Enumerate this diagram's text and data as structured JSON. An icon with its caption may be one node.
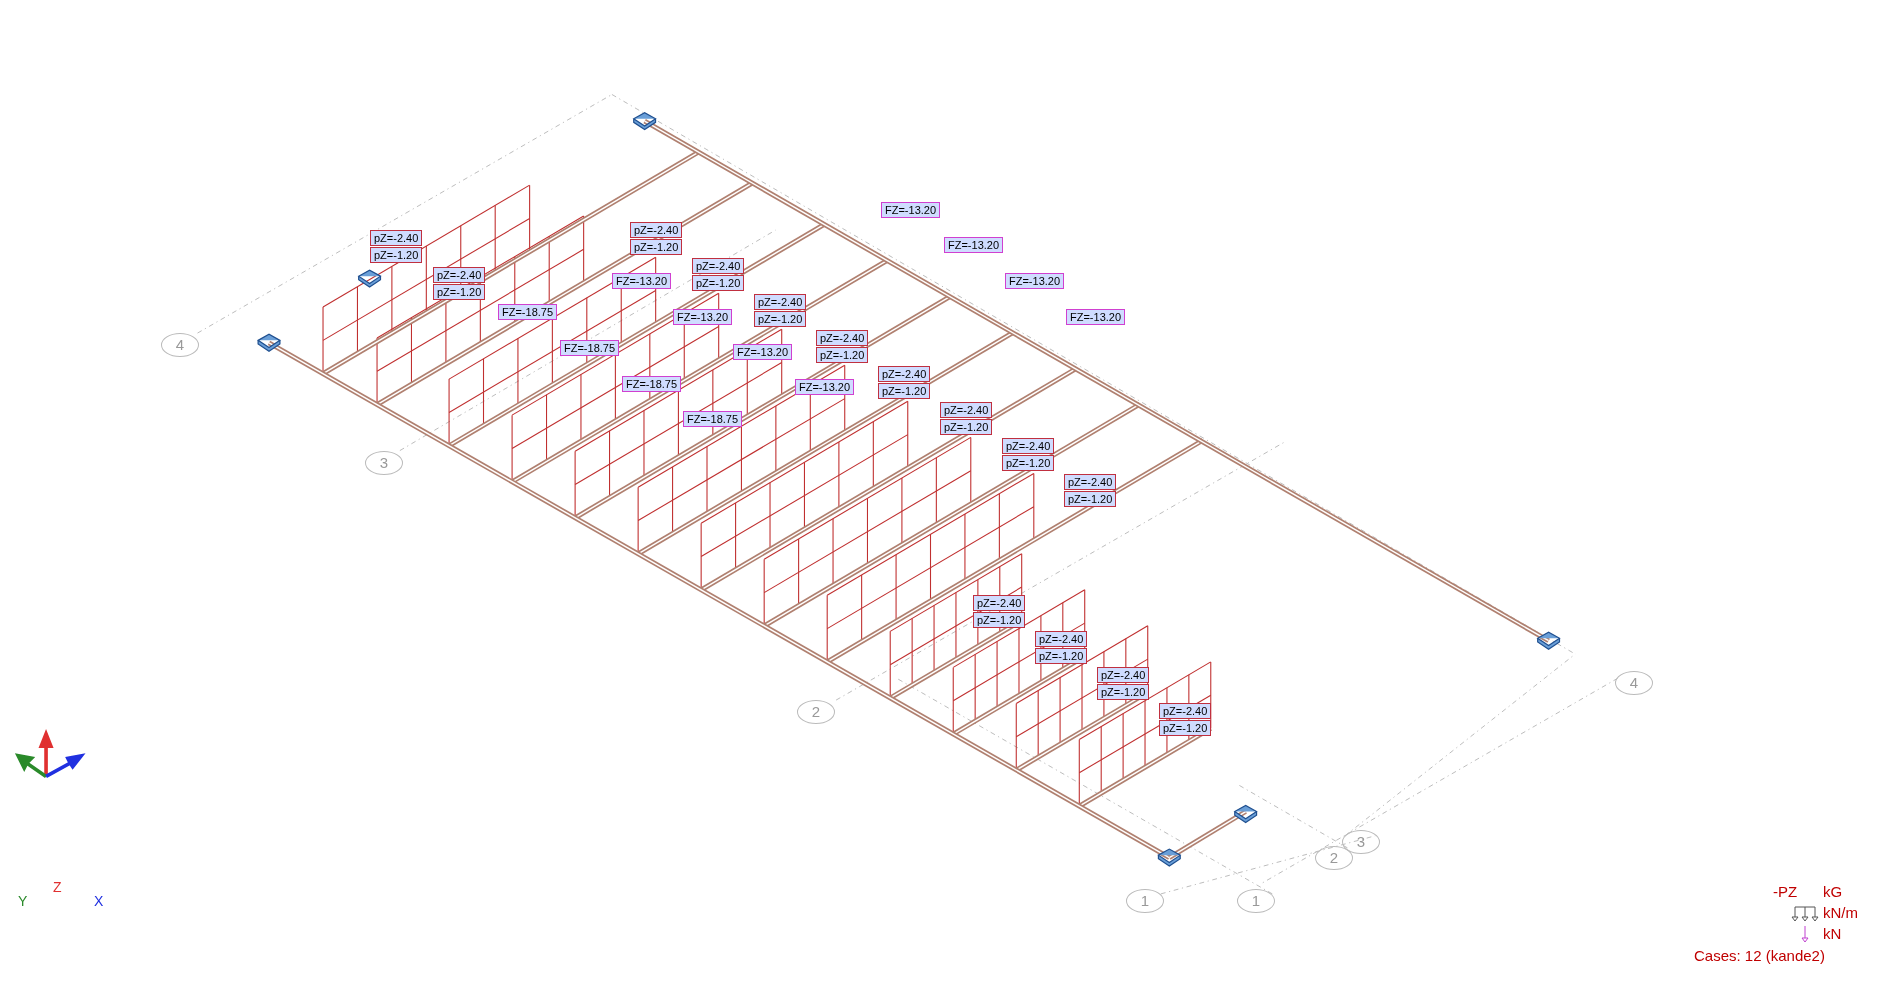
{
  "diagram": {
    "labels": [
      "FZ=-13.20",
      "pZ=-2.40",
      "pZ=-2.40",
      "FZ=-13.20",
      "pZ=-1.20",
      "pZ=-2.40",
      "pZ=-1.20",
      "pZ=-2.40",
      "FZ=-13.20",
      "FZ=-13.20",
      "pZ=-1.20",
      "pZ=-2.40",
      "pZ=-1.20",
      "FZ=-18.75",
      "FZ=-13.20",
      "FZ=-13.20",
      "pZ=-1.20",
      "pZ=-2.40",
      "FZ=-18.75",
      "FZ=-13.20",
      "pZ=-1.20",
      "pZ=-2.40",
      "FZ=-18.75",
      "FZ=-13.20",
      "pZ=-1.20",
      "pZ=-2.40",
      "FZ=-18.75",
      "pZ=-1.20",
      "pZ=-2.40",
      "pZ=-1.20",
      "pZ=-2.40",
      "pZ=-1.20",
      "pZ=-2.40",
      "pZ=-1.20",
      "pZ=-2.40",
      "pZ=-1.20",
      "pZ=-2.40",
      "pZ=-1.20",
      "pZ=-2.40",
      "pZ=-1.20",
      "4",
      "3",
      "4",
      "2",
      "3",
      "2",
      "1",
      "1",
      "Z",
      "Y",
      "X",
      "-PZ",
      "kG",
      "Cases: 12 (kande2)"
    ],
    "legend": [
      {
        "text": "kN/m"
      },
      {
        "text": "kN"
      }
    ]
  }
}
